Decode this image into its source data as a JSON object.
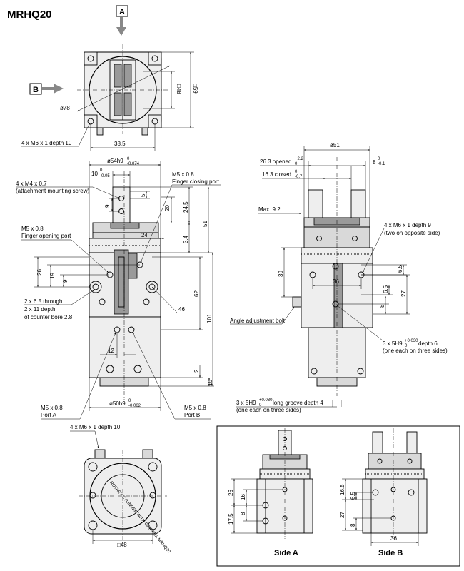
{
  "title": "MRHQ20",
  "view_labels": {
    "a": "A",
    "b": "B"
  },
  "top_view": {
    "phi78": "ø78",
    "sq48": "□48",
    "sq59": "□59",
    "dim_38_5": "38.5",
    "holes": "4 x M6 x 1 depth 10"
  },
  "front_view": {
    "phi54": "ø54h9",
    "phi54_tol_top": "0",
    "phi54_tol_bot": "-0.074",
    "dim_10": "10",
    "dim_10_tol_top": "0",
    "dim_10_tol_bot": "-0.05",
    "m4": "4 x M4 x 0.7",
    "m4_note": "(attachment mounting screw)",
    "m5_closing": "M5 x 0.8",
    "m5_closing_note": "Finger closing port",
    "m5_opening": "M5 x 0.8",
    "m5_opening_note": "Finger opening port",
    "dim_9a": "9",
    "dim_5": "5",
    "dim_20": "20",
    "dim_24_5": "24.5",
    "dim_51": "51",
    "dim_24": "24",
    "dim_3_4": "3.4",
    "dim_26": "26",
    "dim_19": "19",
    "dim_9b": "9",
    "dim_62": "62",
    "dim_101": "101",
    "dim_46": "46",
    "through_1": "2 x 6.5 through",
    "through_2": "2 x 11 depth",
    "through_3": "of counter bore 2.8",
    "dim_12": "12",
    "dim_2": "2",
    "dim_10b": "10",
    "phi50": "ø50h9",
    "phi50_tol_top": "0",
    "phi50_tol_bot": "-0.062",
    "port_a_1": "M5 x 0.8",
    "port_a_2": "Port A",
    "port_b_1": "M5 x 0.8",
    "port_b_2": "Port B"
  },
  "side_view": {
    "phi51": "ø51",
    "opened": "26.3 opened",
    "opened_tol_top": "+2.2",
    "opened_tol_bot": "0",
    "dim_8": "8",
    "dim_8_tol_top": "0",
    "dim_8_tol_bot": "-0.1",
    "closed": "16.3 closed",
    "closed_tol_top": "0",
    "closed_tol_bot": "-0.7",
    "max": "Max. 9.2",
    "m6_1": "4 x M6 x 1 depth 9",
    "m6_2": "(two on opposite side)",
    "dim_6_5a": "6.5",
    "dim_39": "39",
    "dim_36": "36",
    "dim_6_5b": "6.5",
    "dim_27": "27",
    "dim_8b": "8",
    "angle_bolt": "Angle adjustment bolt",
    "h9_1": "3 x 5H9",
    "h9_tol_top": "+0.030",
    "h9_tol_bot": "0",
    "h9_2": "depth 6",
    "h9_3": "(one each on three sides)",
    "groove_1": "3 x 5H9",
    "groove_tol_top": "+0.030",
    "groove_tol_bot": "0",
    "groove_2": "long groove depth 4",
    "groove_3": "(one each on three sides)"
  },
  "bottom_view": {
    "holes": "4 x M6 x 1 depth 10",
    "sq48": "□48",
    "ring_text": "ROTARY CYLINDER WITH GRIPPER MRHQ20"
  },
  "side_a": {
    "dim_26": "26",
    "dim_16": "16",
    "dim_17_5": "17.5",
    "dim_8": "8",
    "caption": "Side A"
  },
  "side_b": {
    "dim_16_5": "16.5",
    "dim_6_5": "6.5",
    "dim_27": "27",
    "dim_8": "8",
    "dim_36": "36",
    "caption": "Side B"
  }
}
